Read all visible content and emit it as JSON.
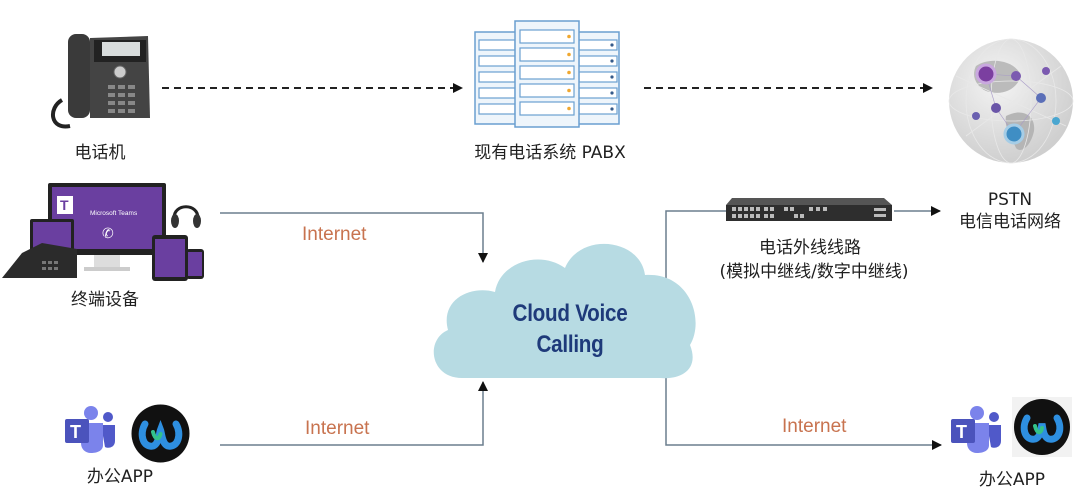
{
  "diagram": {
    "cloud": {
      "line1": "Cloud Voice",
      "line2": "Calling",
      "fill": "#b7dbe3",
      "text_color": "#1e3a7a"
    },
    "nodes": {
      "desk_phone": {
        "label": "电话机",
        "icon": "desk-phone-icon"
      },
      "pabx": {
        "label": "现有电话系统 PABX",
        "icon": "server-rack-icon"
      },
      "pstn": {
        "label_line1": "PSTN",
        "label_line2": "电信电话网络",
        "icon": "globe-network-icon"
      },
      "terminals": {
        "label": "终端设备",
        "icon": "devices-icon",
        "screen_text": "Microsoft Teams"
      },
      "trunk": {
        "label_line1": "电话外线线路",
        "label_line2": "(模拟中继线/数字中继线)",
        "icon": "gateway-device-icon"
      },
      "office_app_left": {
        "label": "办公APP",
        "icons": [
          "teams-icon",
          "webex-icon"
        ]
      },
      "office_app_right": {
        "label": "办公APP",
        "icons": [
          "teams-icon",
          "webex-icon"
        ]
      }
    },
    "links": [
      {
        "from": "desk_phone",
        "to": "pabx",
        "style": "dashed",
        "label": ""
      },
      {
        "from": "pabx",
        "to": "pstn",
        "style": "dashed",
        "label": ""
      },
      {
        "from": "terminals",
        "to": "cloud",
        "style": "solid",
        "label": "Internet"
      },
      {
        "from": "office_app_left",
        "to": "cloud",
        "style": "solid",
        "label": "Internet"
      },
      {
        "from": "cloud",
        "to": "trunk",
        "style": "solid",
        "label": ""
      },
      {
        "from": "trunk",
        "to": "pstn",
        "style": "solid",
        "label": ""
      },
      {
        "from": "cloud",
        "to": "office_app_right",
        "style": "solid",
        "label": "Internet"
      }
    ],
    "colors": {
      "line": "#6b7f8e",
      "internet_label": "#c8734f",
      "teams": "#5b5fc7",
      "webex_bg": "#111111"
    }
  }
}
